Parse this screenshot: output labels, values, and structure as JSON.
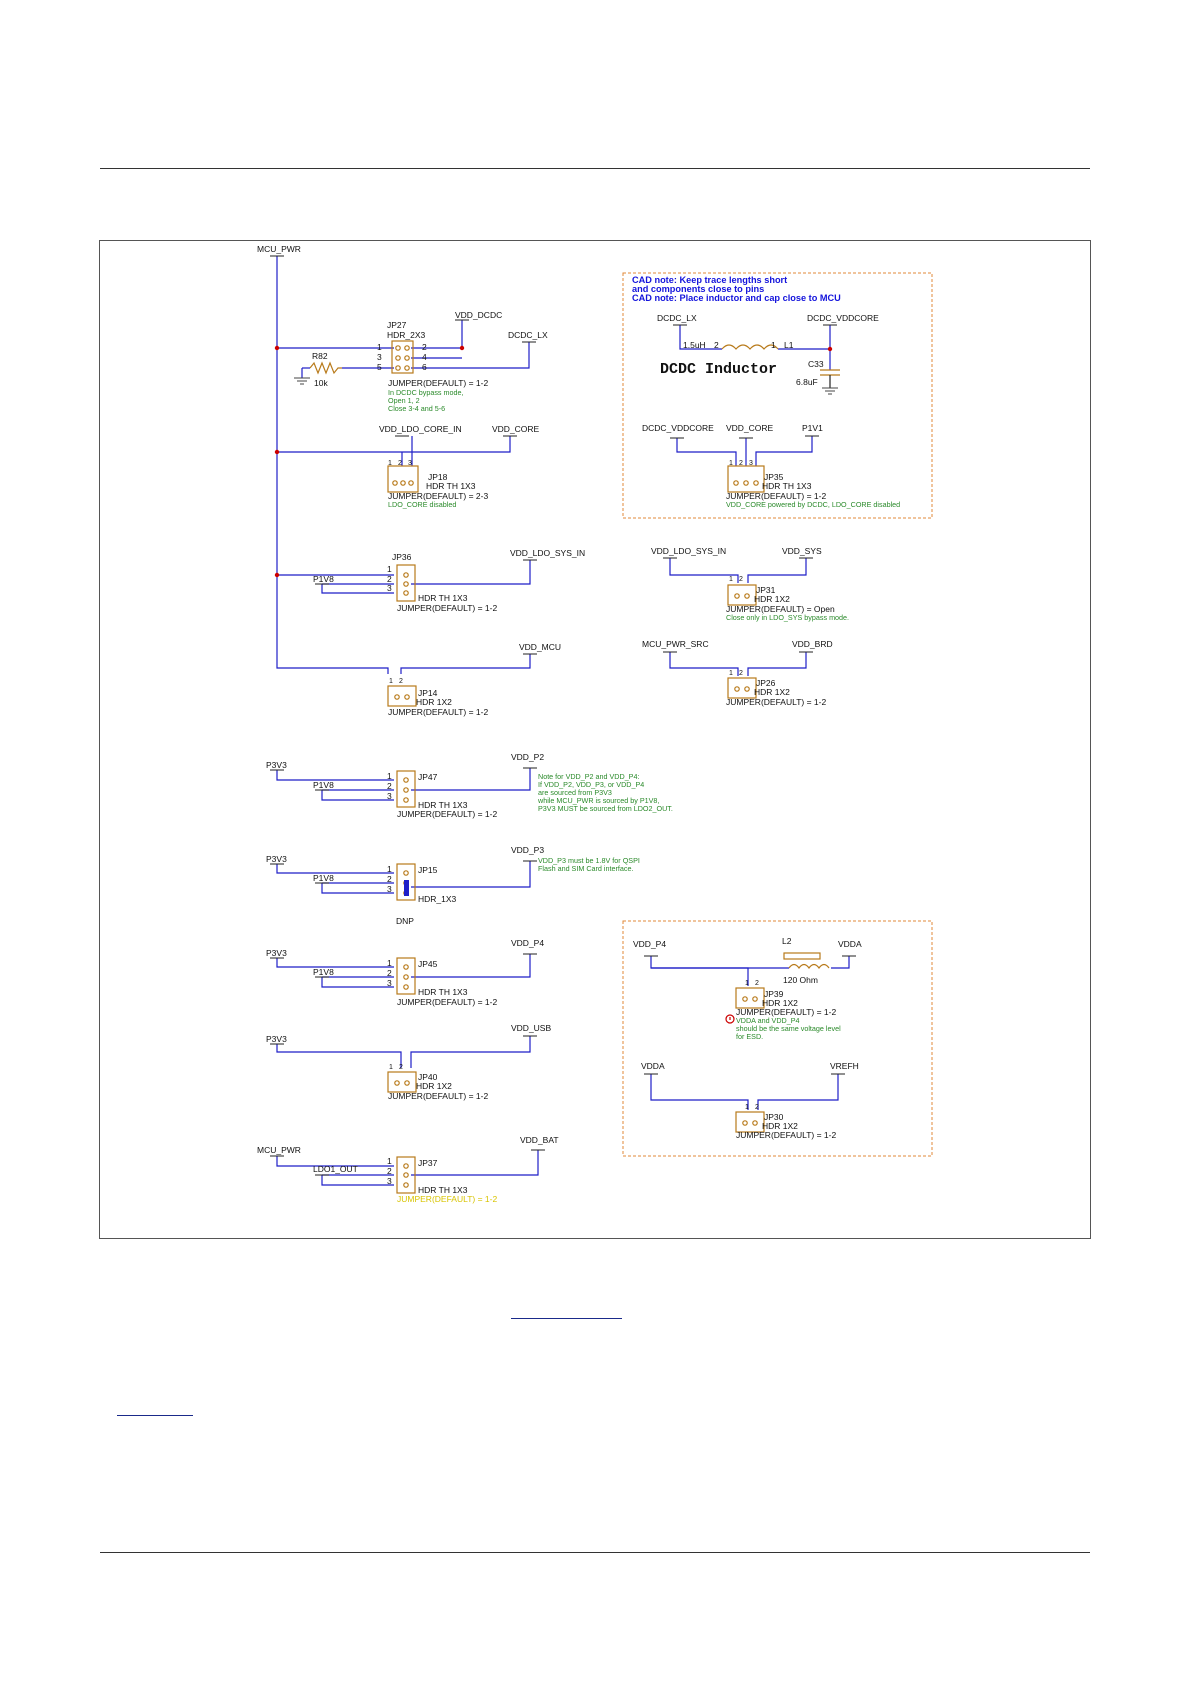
{
  "schematic": {
    "nets": {
      "mcu_pwr": "MCU_PWR",
      "vdd_dcdc": "VDD_DCDC",
      "dcdc_lx": "DCDC_LX",
      "dcdc_vddcore": "DCDC_VDDCORE",
      "vdd_ldo_core_in": "VDD_LDO_CORE_IN",
      "vdd_core": "VDD_CORE",
      "p1v1": "P1V1",
      "p1v8": "P1V8",
      "vdd_ldo_sys_in": "VDD_LDO_SYS_IN",
      "vdd_sys": "VDD_SYS",
      "vdd_mcu": "VDD_MCU",
      "mcu_pwr_src": "MCU_PWR_SRC",
      "vdd_brd": "VDD_BRD",
      "p3v3": "P3V3",
      "vdd_p2": "VDD_P2",
      "vdd_p3": "VDD_P3",
      "vdd_p4": "VDD_P4",
      "vdda": "VDDA",
      "vrefh": "VREFH",
      "vdd_usb": "VDD_USB",
      "vdd_bat": "VDD_BAT",
      "ldo1_out": "LDO1_OUT"
    },
    "jp27": {
      "ref": "JP27",
      "type": "HDR_2X3",
      "default": "JUMPER(DEFAULT) = 1-2",
      "note1": "In DCDC bypass mode,",
      "note2": "Open 1, 2",
      "note3": "Close 3-4 and 5-6",
      "pins": [
        "1",
        "3",
        "5",
        "2",
        "4",
        "6"
      ]
    },
    "r82": {
      "ref": "R82",
      "value": "10k"
    },
    "jp18": {
      "ref": "JP18",
      "type": "HDR TH 1X3",
      "default": "JUMPER(DEFAULT) = 2-3",
      "note": "LDO_CORE disabled"
    },
    "jp35": {
      "ref": "JP35",
      "type": "HDR TH 1X3",
      "default": "JUMPER(DEFAULT) = 1-2",
      "note": "VDD_CORE powered by DCDC, LDO_CORE disabled"
    },
    "jp36": {
      "ref": "JP36",
      "type": "HDR TH 1X3",
      "default": "JUMPER(DEFAULT) = 1-2"
    },
    "jp31": {
      "ref": "JP31",
      "type": "HDR 1X2",
      "default": "JUMPER(DEFAULT) = Open",
      "note": "Close only in LDO_SYS bypass mode."
    },
    "jp14": {
      "ref": "JP14",
      "type": "HDR 1X2",
      "default": "JUMPER(DEFAULT) = 1-2"
    },
    "jp26": {
      "ref": "JP26",
      "type": "HDR 1X2",
      "default": "JUMPER(DEFAULT) = 1-2"
    },
    "jp47": {
      "ref": "JP47",
      "type": "HDR TH 1X3",
      "default": "JUMPER(DEFAULT) = 1-2"
    },
    "jp15": {
      "ref": "JP15",
      "type": "HDR_1X3",
      "extra": "DNP"
    },
    "jp45": {
      "ref": "JP45",
      "type": "HDR TH 1X3",
      "default": "JUMPER(DEFAULT) = 1-2"
    },
    "jp40": {
      "ref": "JP40",
      "type": "HDR 1X2",
      "default": "JUMPER(DEFAULT) = 1-2"
    },
    "jp37": {
      "ref": "JP37",
      "type": "HDR TH 1X3",
      "default": "JUMPER(DEFAULT) = 1-2"
    },
    "jp39": {
      "ref": "JP39",
      "type": "HDR 1X2",
      "default": "JUMPER(DEFAULT) = 1-2",
      "note1": "VDDA and VDD_P4",
      "note2": "should be the same voltage level",
      "note3": "for ESD."
    },
    "jp30": {
      "ref": "JP30",
      "type": "HDR 1X2",
      "default": "JUMPER(DEFAULT) = 1-2"
    },
    "l1": {
      "ref": "L1",
      "value": "1.5uH",
      "pin1": "1",
      "pin2": "2"
    },
    "c33": {
      "ref": "C33",
      "value": "6.8uF"
    },
    "l2": {
      "ref": "L2",
      "value": "120 Ohm"
    },
    "cad_note": {
      "line1": "CAD note: Keep trace lengths short",
      "line2": "and components close to pins",
      "line3": "CAD note: Place inductor and cap close to MCU"
    },
    "dcdc_title": "DCDC Inductor",
    "vdd_p_note": {
      "line1": "Note for VDD_P2 and VDD_P4:",
      "line2": "If VDD_P2, VDD_P3, or VDD_P4",
      "line3": "are sourced from P3V3",
      "line4": "while MCU_PWR is sourced by P1V8,",
      "line5": "P3V3 MUST be sourced from LDO2_OUT."
    },
    "vdd_p3_note": {
      "line1": "VDD_P3 must be 1.8V for QSPI",
      "line2": "Flash and SIM Card interface."
    },
    "pin_labels": {
      "p1": "1",
      "p2": "2",
      "p3": "3"
    },
    "colors": {
      "wire": "#1f1fc8",
      "component": "#b87a1a",
      "note": "#2a8a2a",
      "cad": "#1414dc",
      "junction": "#cc0000",
      "box": "#e08a3a"
    }
  }
}
